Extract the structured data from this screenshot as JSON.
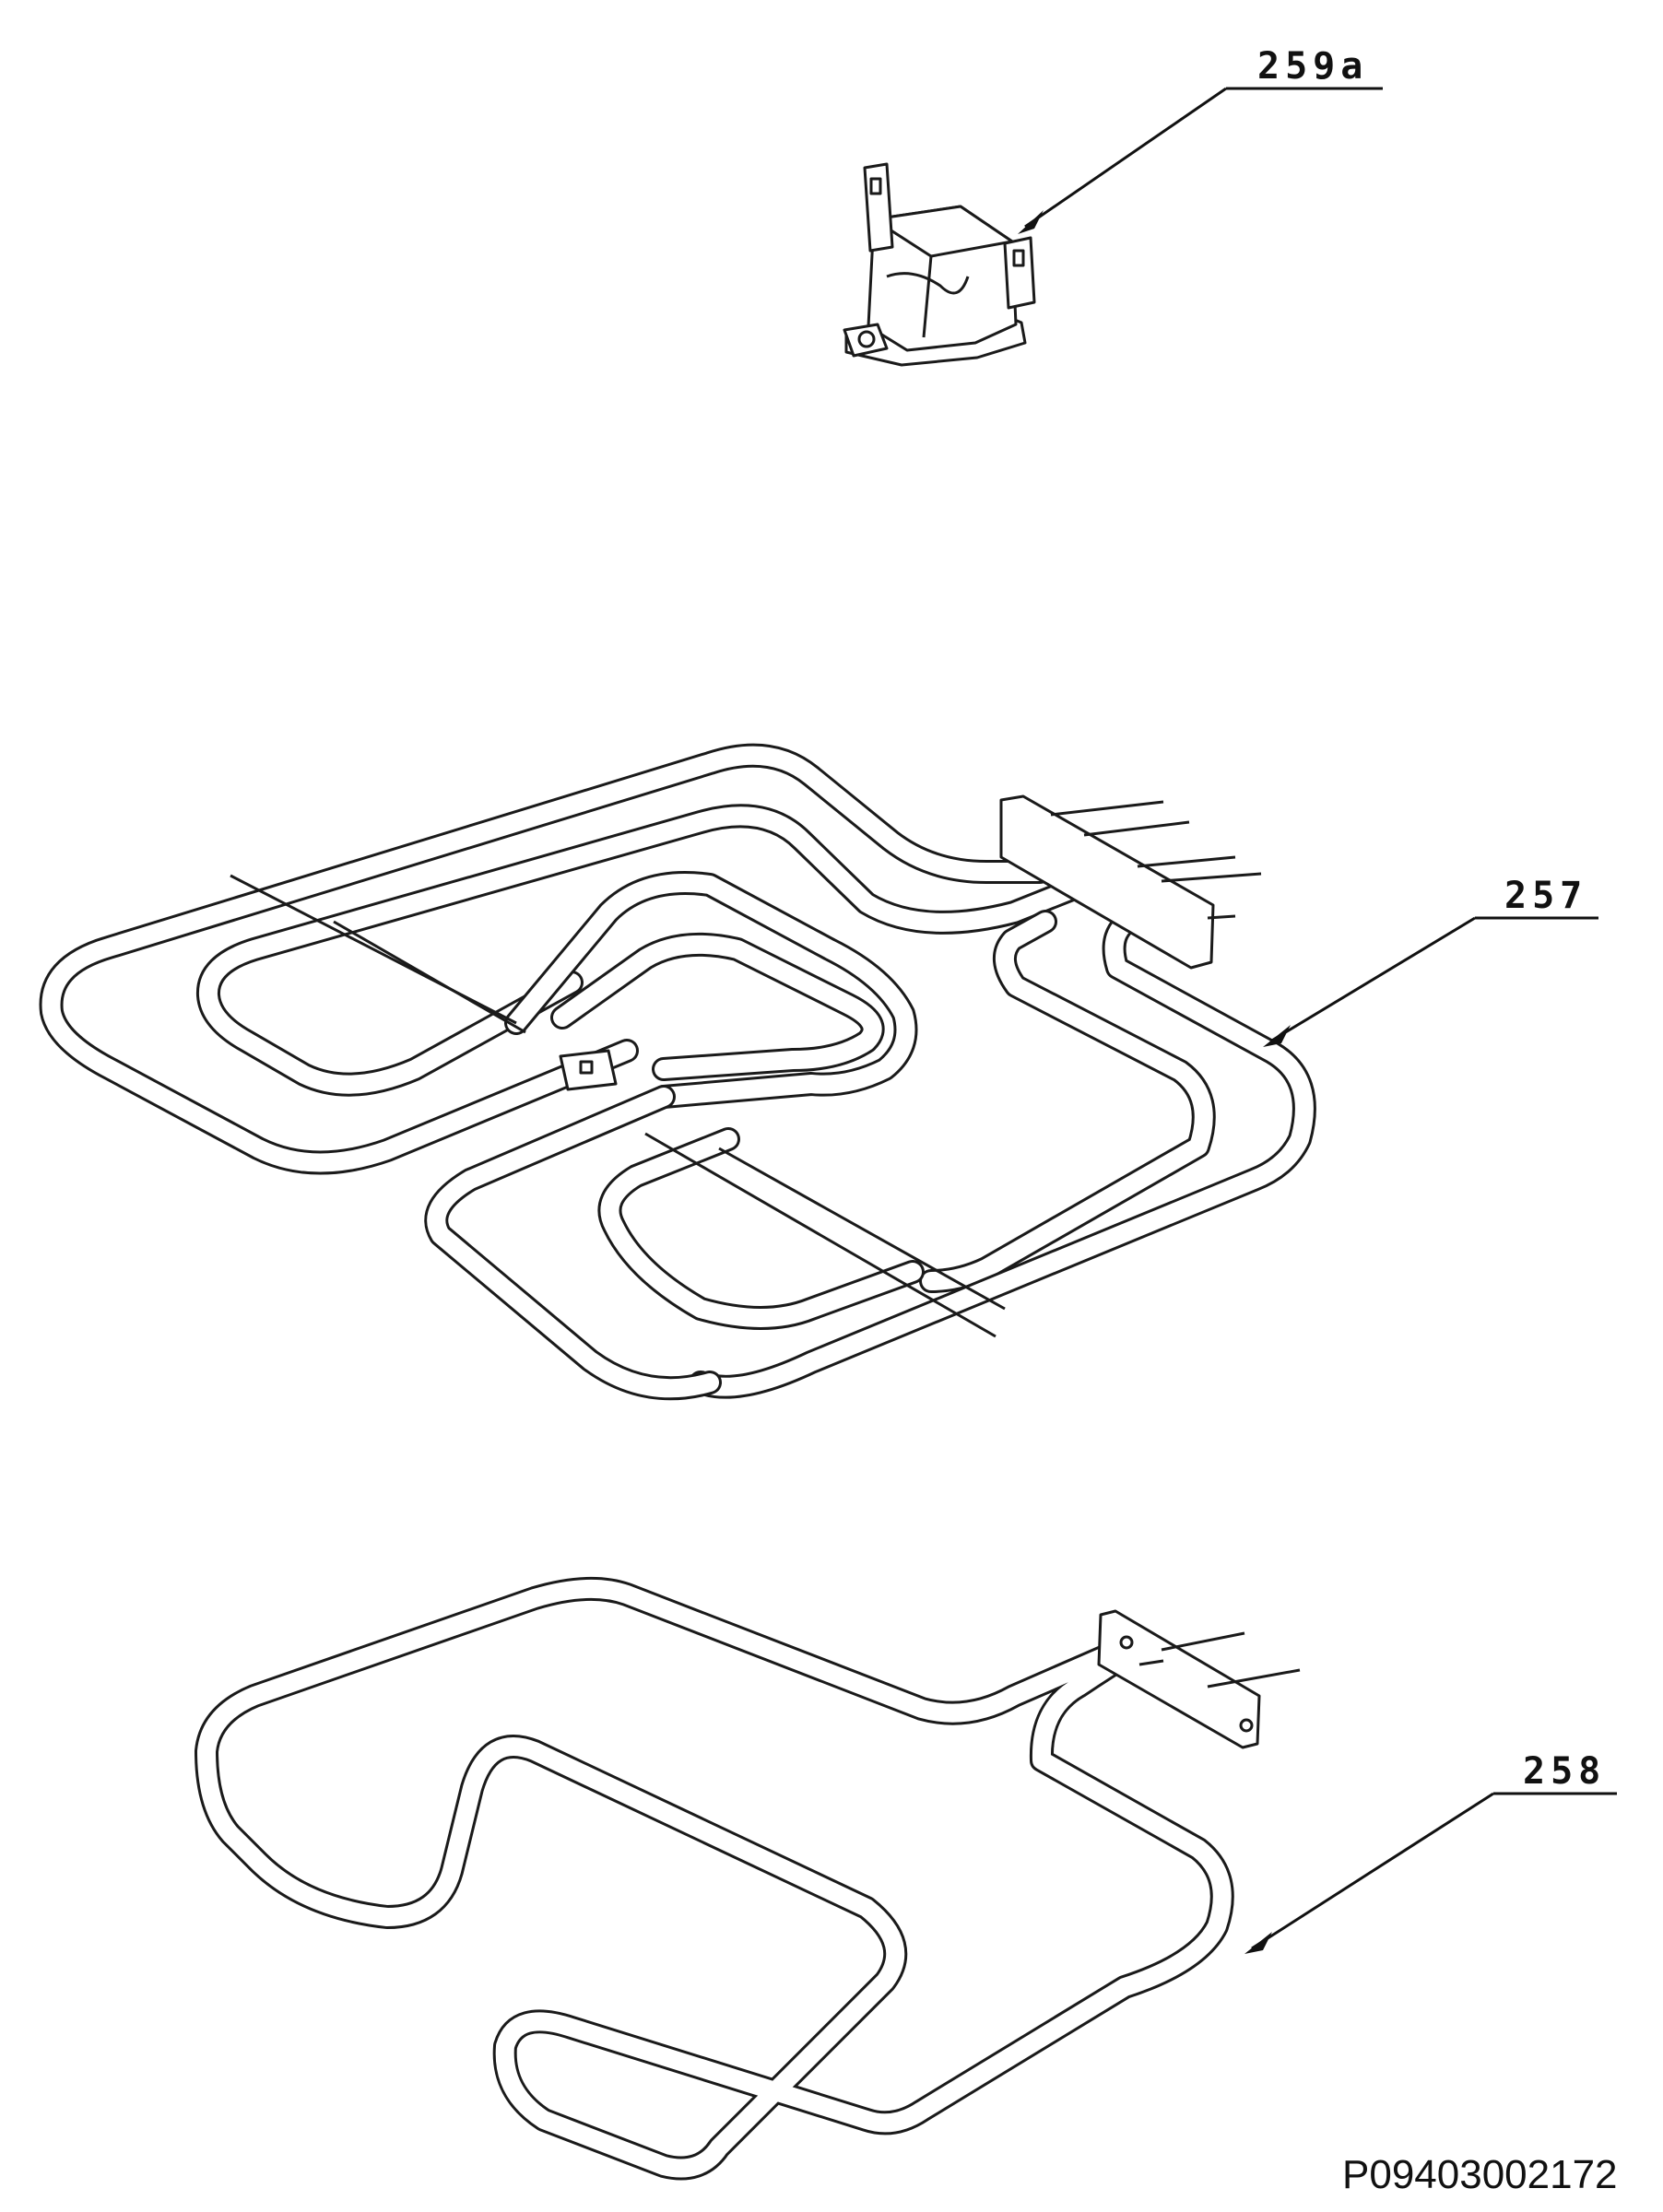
{
  "callouts": {
    "thermostat": "259a",
    "grill_element": "257",
    "bottom_element": "258"
  },
  "footer": {
    "code": "P09403002172"
  }
}
